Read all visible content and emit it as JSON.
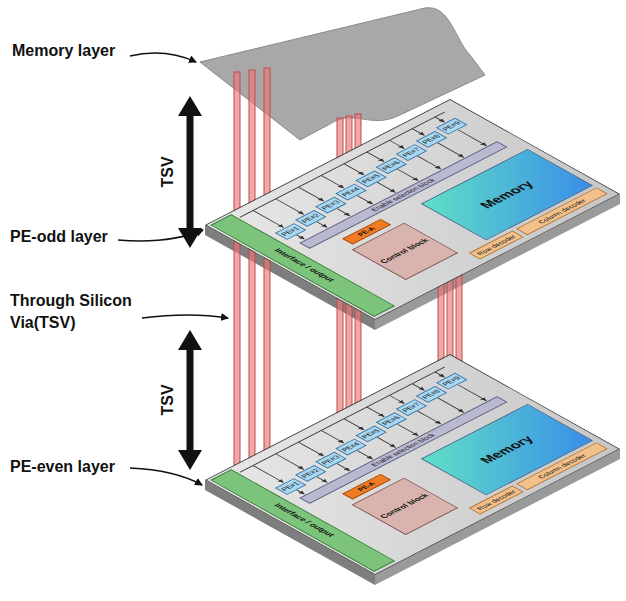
{
  "diagram": {
    "nodes": [
      {
        "text": [
          "PE#1"
        ]
      },
      {
        "text": [
          "PE#2"
        ]
      },
      {
        "text": [
          "PE#3"
        ]
      },
      {
        "text": [
          "PE#4"
        ]
      },
      {
        "text": [
          "PE#5"
        ]
      },
      {
        "text": [
          "PE#6"
        ]
      },
      {
        "text": [
          "PE#7"
        ]
      },
      {
        "text": [
          "PE#8"
        ]
      },
      {
        "text": [
          "PE#9"
        ]
      },
      {
        "text": [
          "Enable selection block"
        ]
      },
      {
        "text": [
          "Memory"
        ]
      },
      {
        "text": [
          "PE-A"
        ]
      },
      {
        "text": [
          "Row decoder"
        ]
      },
      {
        "text": [
          "Column decoder"
        ]
      },
      {
        "text": [
          "Control block"
        ]
      },
      {
        "text": [
          "Interface / output"
        ]
      },
      {
        "text": [
          "PE#1"
        ]
      },
      {
        "text": [
          "PE#2"
        ]
      },
      {
        "text": [
          "PE#3"
        ]
      },
      {
        "text": [
          "PE#4"
        ]
      },
      {
        "text": [
          "PE#5"
        ]
      },
      {
        "text": [
          "PE#6"
        ]
      },
      {
        "text": [
          "PE#7"
        ]
      },
      {
        "text": [
          "PE#8"
        ]
      },
      {
        "text": [
          "PE#9"
        ]
      },
      {
        "text": [
          "Enable selection block"
        ]
      },
      {
        "text": [
          "Memory"
        ]
      },
      {
        "text": [
          "PE-A"
        ]
      },
      {
        "text": [
          "Row decoder"
        ]
      },
      {
        "text": [
          "Column decoder"
        ]
      },
      {
        "text": [
          "Control block"
        ]
      },
      {
        "text": [
          "Interface / output"
        ]
      }
    ],
    "labels": [
      "Memory layer",
      "TSV",
      "PE-odd layer",
      "Through Silicon Via(TSV)",
      "TSV",
      "PE-even layer"
    ]
  }
}
